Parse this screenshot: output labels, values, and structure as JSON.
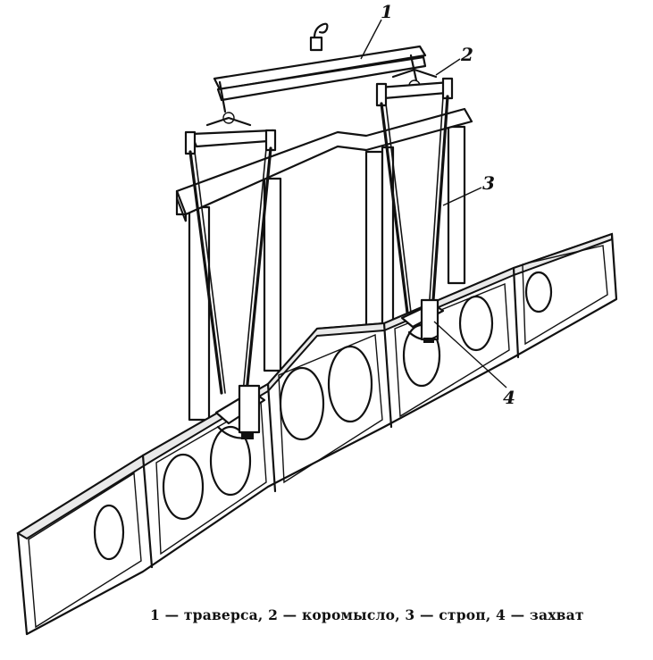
{
  "figure": {
    "callouts": [
      "1",
      "2",
      "3",
      "4"
    ],
    "caption": "1 — траверса, 2 — коромысло, 3 — строп, 4 — захват"
  }
}
